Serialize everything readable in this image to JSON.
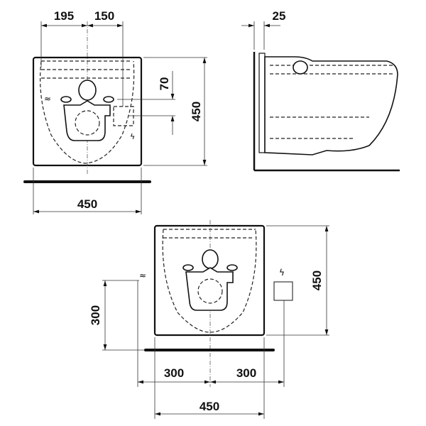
{
  "front_view": {
    "dim_left_offset": "195",
    "dim_right_offset": "150",
    "dim_height": "450",
    "dim_inlet_offset": "70",
    "dim_width": "450"
  },
  "side_view": {
    "dim_wall_gap": "25"
  },
  "install_view": {
    "dim_height": "450",
    "dim_water_height": "300",
    "dim_left_300": "300",
    "dim_right_300": "300",
    "dim_width": "450"
  }
}
